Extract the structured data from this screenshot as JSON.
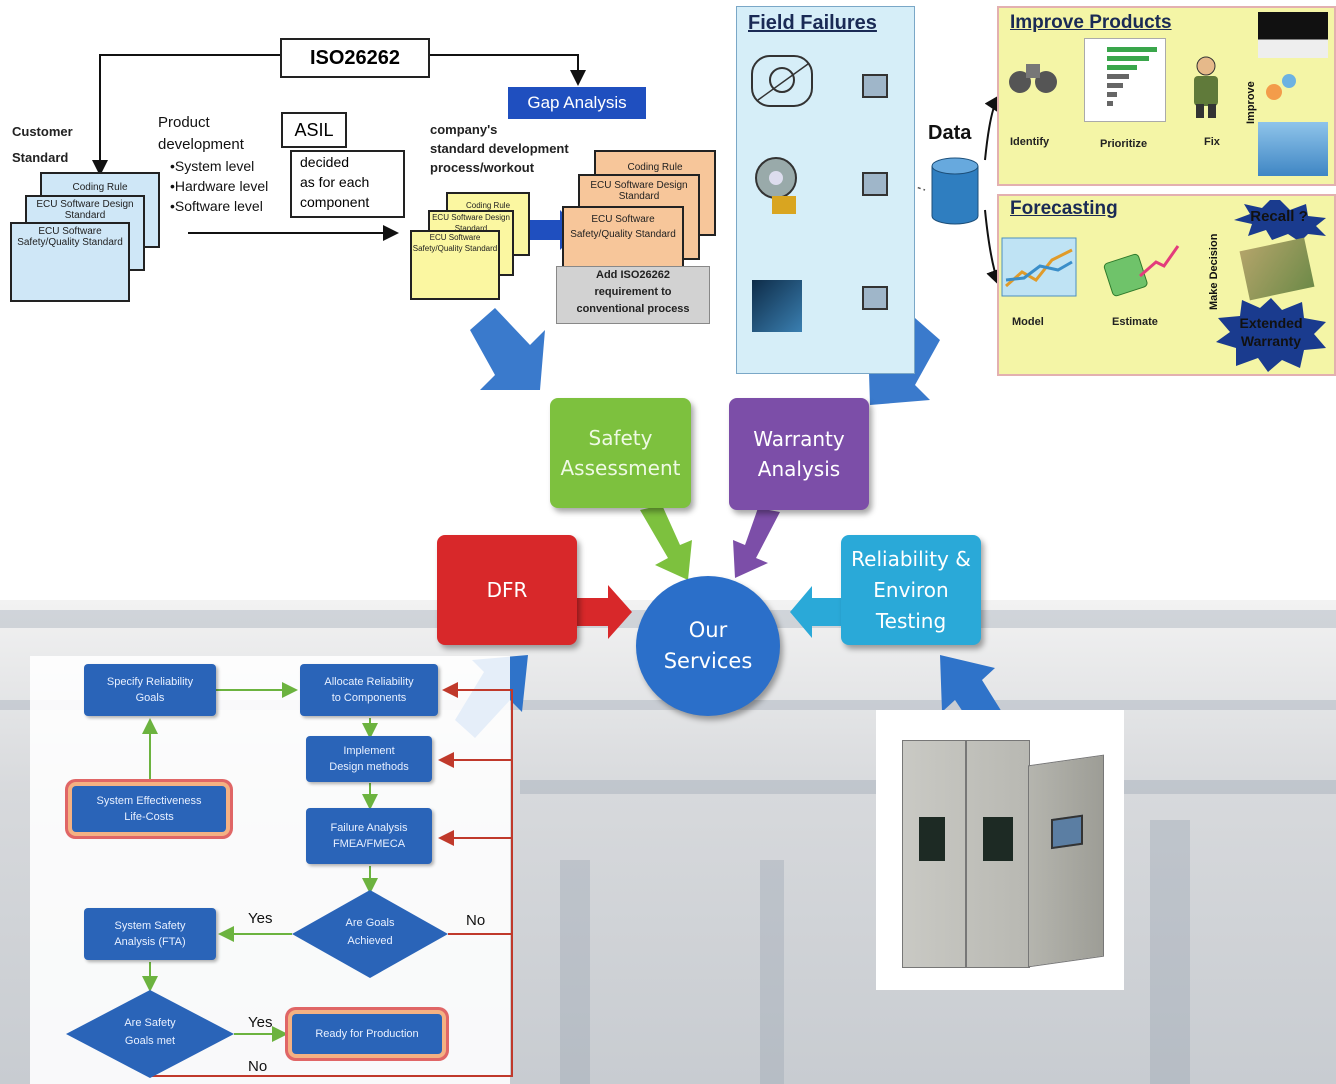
{
  "top_left": {
    "iso": "ISO26262",
    "gap_analysis": "Gap Analysis",
    "customer_standard_1": "Customer",
    "customer_standard_2": "Standard",
    "product_dev_1": "Product",
    "product_dev_2": "development",
    "levels": [
      "•System level",
      "•Hardware level",
      "•Software level"
    ],
    "asil": "ASIL",
    "asil_note": [
      "decided",
      "as for each",
      "component"
    ],
    "company_1": "company's",
    "company_2": "standard development",
    "company_3": "process/workout",
    "docs_blue": [
      "Coding Rule",
      "ECU Software Design Standard",
      "ECU Software Safety/Quality Standard"
    ],
    "docs_yellow": [
      "Coding Rule",
      "ECU Software Design Standard",
      "ECU Software Safety/Quality Standard"
    ],
    "docs_orange": [
      "Coding Rule",
      "ECU Software Design Standard",
      "ECU Software Safety/Quality Standard"
    ],
    "add_req": [
      "Add ISO26262",
      "requirement to",
      "conventional process"
    ]
  },
  "field": {
    "title": "Field Failures",
    "data_label": "Data"
  },
  "improve": {
    "title": "Improve Products",
    "side": "Improve",
    "steps": [
      "Identify",
      "Prioritize",
      "Fix"
    ]
  },
  "forecast": {
    "title": "Forecasting",
    "steps": [
      "Model",
      "Estimate"
    ],
    "side": "Make Decision",
    "recall": "Recall ?",
    "extended": "Extended Warranty"
  },
  "services": {
    "safety": [
      "Safety",
      "Assessment"
    ],
    "warranty": [
      "Warranty",
      "Analysis"
    ],
    "dfr": "DFR",
    "reliability": [
      "Reliability &",
      "Environ",
      "Testing"
    ],
    "center": [
      "Our",
      "Services"
    ]
  },
  "colors": {
    "safety": "#7dc13e",
    "warranty": "#7c4ea8",
    "dfr": "#d8282a",
    "reliability": "#2aa9d8",
    "center": "#2b6fc9",
    "arrow": "#2f73c9"
  },
  "flowchart": {
    "specify": [
      "Specify Reliability",
      "Goals"
    ],
    "allocate": [
      "Allocate Reliability",
      "to Components"
    ],
    "implement": [
      "Implement",
      "Design methods"
    ],
    "failure": [
      "Failure Analysis",
      "FMEA/FMECA"
    ],
    "effectiveness": [
      "System Effectiveness",
      "Life-Costs"
    ],
    "goals": [
      "Are Goals",
      "Achieved"
    ],
    "safety_fta": [
      "System Safety",
      "Analysis (FTA)"
    ],
    "safety_goals": [
      "Are Safety",
      "Goals met"
    ],
    "ready": "Ready for Production",
    "yes1": "Yes",
    "no1": "No",
    "yes2": "Yes",
    "no2": "No"
  }
}
